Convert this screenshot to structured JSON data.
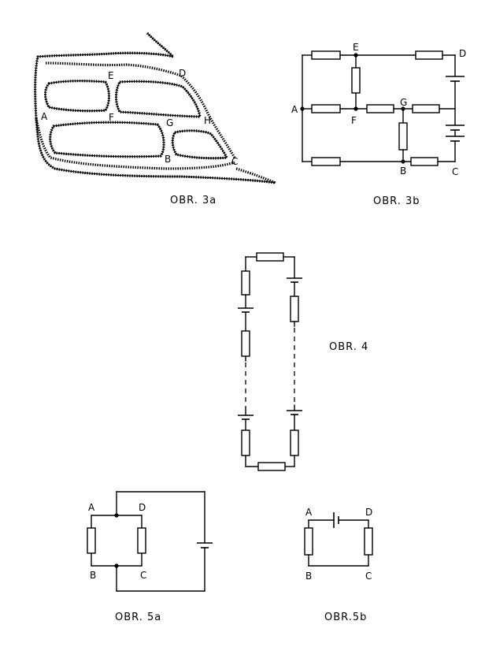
{
  "figures": {
    "fig3a": {
      "caption": "OBR. 3a",
      "labels": {
        "A": "A",
        "B": "B",
        "C": "C",
        "D": "D",
        "E": "E",
        "F": "F",
        "G": "G",
        "H": "H"
      }
    },
    "fig3b": {
      "caption": "OBR. 3b",
      "labels": {
        "A": "A",
        "B": "B",
        "C": "C",
        "D": "D",
        "E": "E",
        "F": "F",
        "G": "G"
      }
    },
    "fig4": {
      "caption": "OBR. 4"
    },
    "fig5a": {
      "caption": "OBR. 5a",
      "labels": {
        "A": "A",
        "B": "B",
        "C": "C",
        "D": "D"
      }
    },
    "fig5b": {
      "caption": "OBR.5b",
      "labels": {
        "A": "A",
        "B": "B",
        "C": "C",
        "D": "D"
      }
    }
  },
  "colors": {
    "ink": "#000000",
    "paper": "#ffffff"
  }
}
